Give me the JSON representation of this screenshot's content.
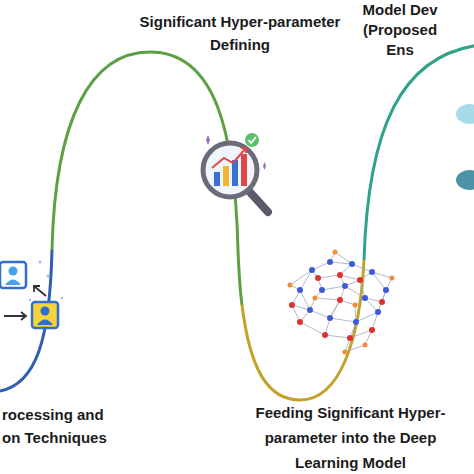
{
  "diagram": {
    "labels": [
      "Significant Hyper-parameter Defining",
      "Model Dev (Proposed Ens",
      "rocessing and on Techniques",
      "Feeding Significant Hyper- parameter into the Deep Learning Model"
    ]
  }
}
